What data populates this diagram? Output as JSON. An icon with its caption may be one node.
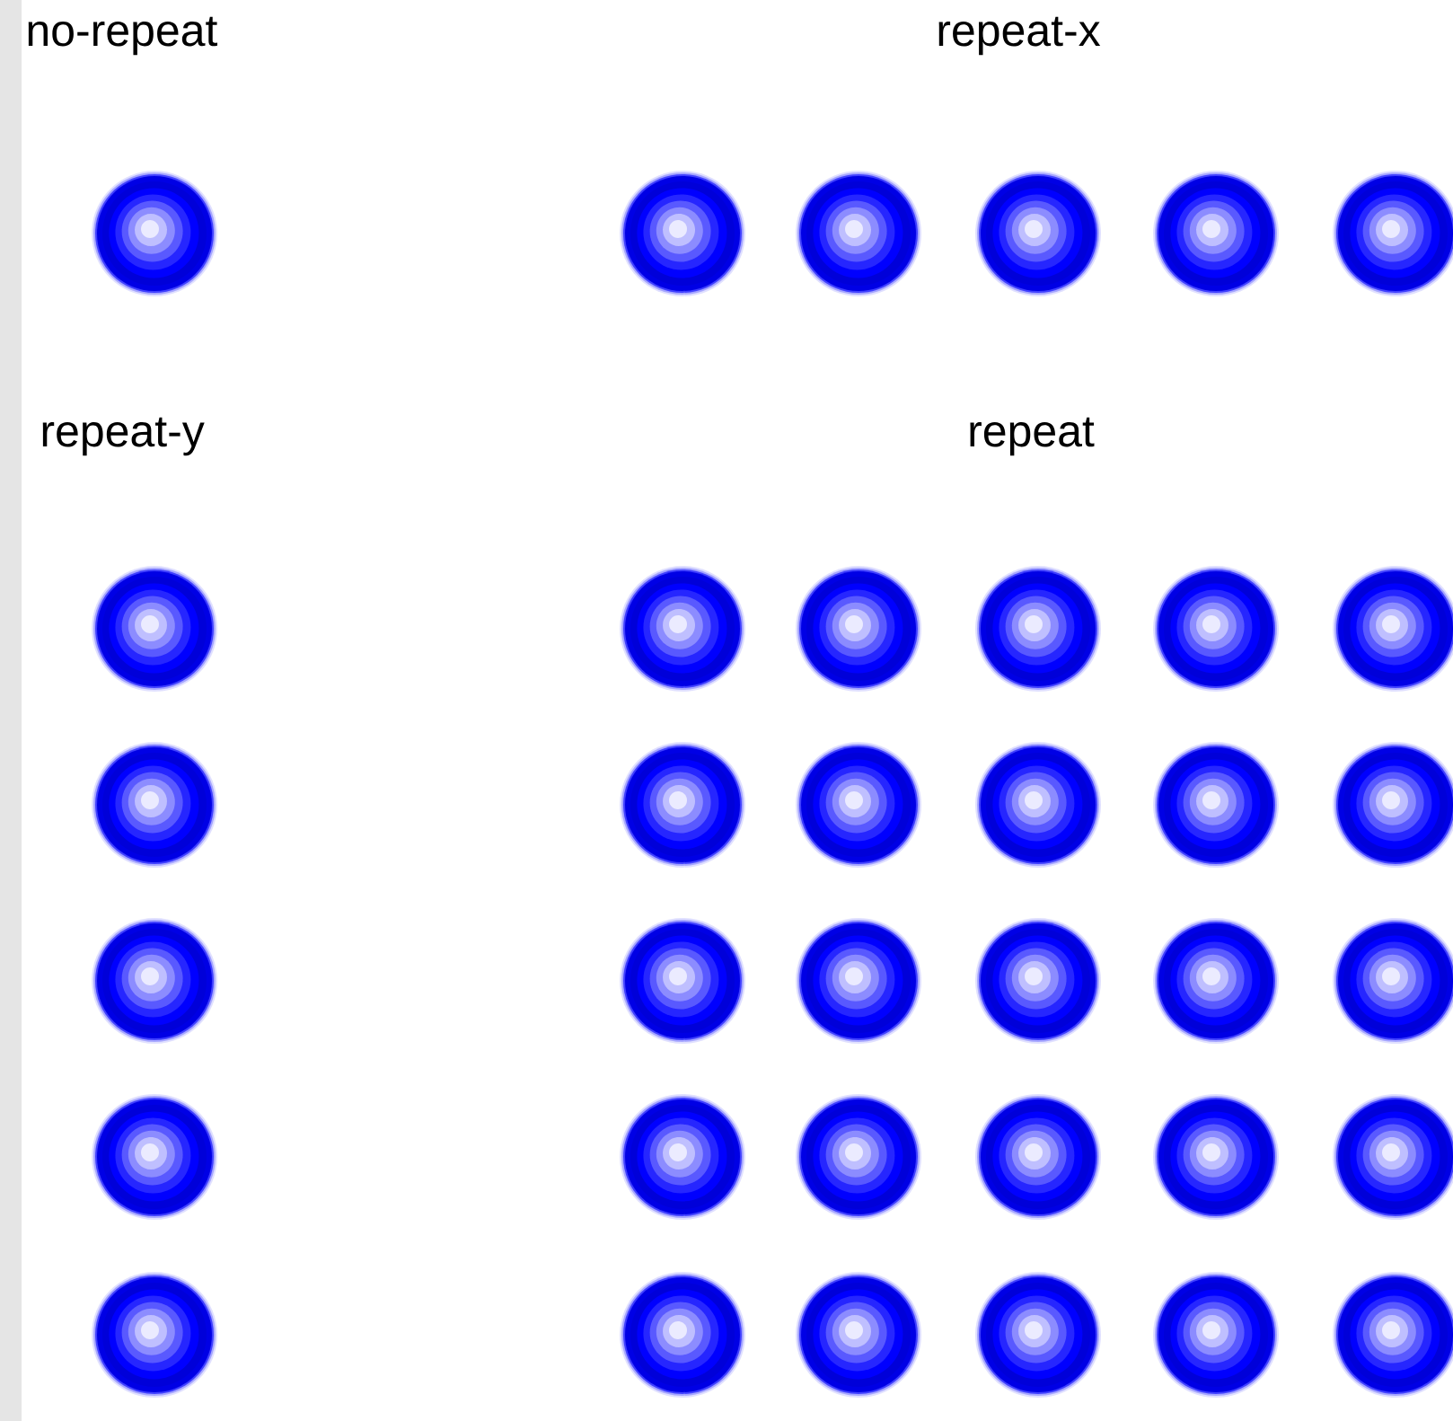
{
  "diagram": {
    "labels": [
      "no-repeat",
      "repeat-x",
      "repeat-y",
      "repeat"
    ]
  }
}
